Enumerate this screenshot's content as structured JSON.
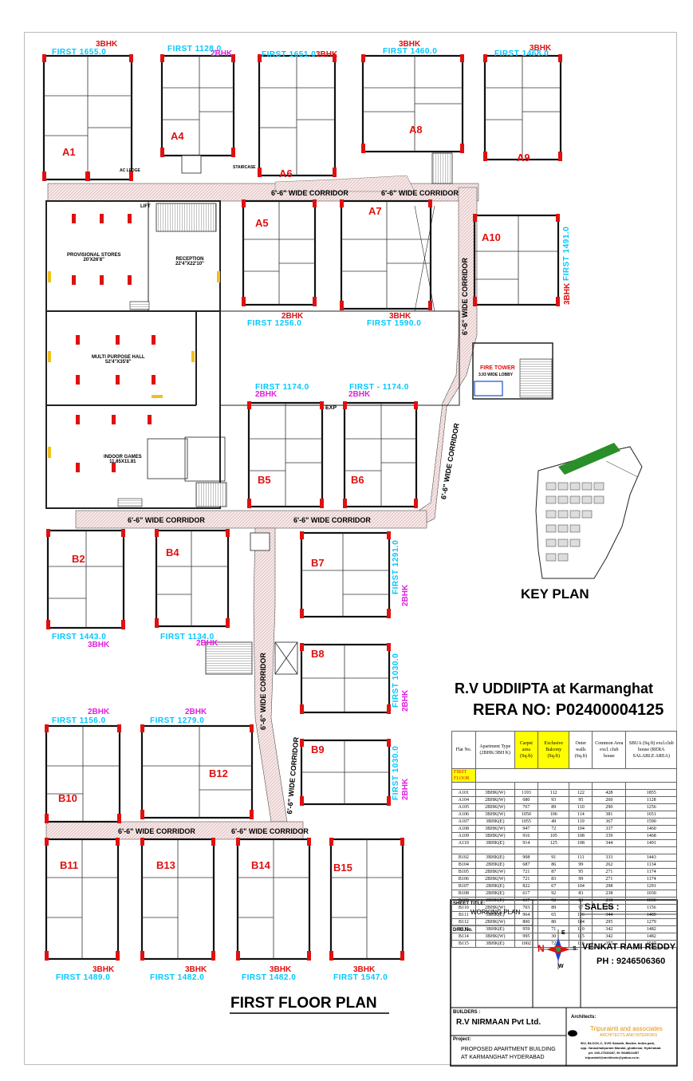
{
  "floor_plan_title": "FIRST FLOOR PLAN",
  "key_plan_label": "KEY PLAN",
  "project_title": "R.V UDDIIPTA at Karmanghat",
  "rera": "RERA NO: P02400004125",
  "corridors": {
    "top_left": "6'-6\" WIDE CORRIDOR",
    "top_right": "6'-6\" WIDE CORRIDOR",
    "right_vertical": "6'-6\" WIDE CORRIDOR",
    "mid_vertical": "6'-6\" WIDE CORRIDOR",
    "middle_left": "6'-6\" WIDE CORRIDOR",
    "middle_right": "6'-6\" WIDE CORRIDOR",
    "lower_vertical": "6'-6\" WIDE CORRIDOR",
    "lower_vertical2": "6'-6\" WIDE CORRIDOR",
    "bottom_left": "6'-6\" WIDE CORRIDOR",
    "bottom_right": "6'-6\" WIDE CORRIDOR"
  },
  "rooms": {
    "provisional_stores": "PROVISIONAL STORES",
    "provisional_stores_dim": "20'X26'8\"",
    "reception": "RECEPTION",
    "reception_dim": "22'4\"X22'10\"",
    "multi_purpose": "MULTI PURPOSE HALL",
    "multi_purpose_dim": "52'4\"X35'8\"",
    "indoor_games": "INDOOR GAMES",
    "indoor_games_dim": "11.85X11.81",
    "fire_tower": "FIRE TOWER",
    "fire_lobby": "3.93 WIDE LOBBY",
    "lift": "LIFT",
    "exp": "EXP",
    "staircase": "STAIRCASE",
    "ac_ledge": "AC LEDGE"
  },
  "units": {
    "A1": {
      "id": "A1",
      "first": "FIRST   1655.0",
      "bhk": "3BHK"
    },
    "A4": {
      "id": "A4",
      "first": "FIRST  1128.0",
      "bhk": "2BHK"
    },
    "A6": {
      "id": "A6",
      "first": "FIRST   1651.0",
      "bhk": "3BHK"
    },
    "A8": {
      "id": "A8",
      "first": "FIRST    1460.0",
      "bhk": "3BHK"
    },
    "A9": {
      "id": "A9",
      "first": "FIRST   1468.0",
      "bhk": "3BHK"
    },
    "A5": {
      "id": "A5",
      "first": "FIRST   1256.0",
      "bhk": "2BHK"
    },
    "A7": {
      "id": "A7",
      "first": "FIRST   1590.0",
      "bhk": "3BHK"
    },
    "A10": {
      "id": "A10",
      "first": "FIRST   1491.0",
      "bhk": "3BHK"
    },
    "B5": {
      "id": "B5",
      "first": "FIRST    1174.0",
      "bhk": "2BHK"
    },
    "B6": {
      "id": "B6",
      "first": "FIRST    - 1174.0",
      "bhk": "2BHK"
    },
    "B2": {
      "id": "B2",
      "first": "FIRST    1443.0",
      "bhk": "3BHK"
    },
    "B4": {
      "id": "B4",
      "first": "FIRST    1134.0",
      "bhk": "2BHK"
    },
    "B7": {
      "id": "B7",
      "first": "FIRST 1291.0",
      "bhk": "2BHK"
    },
    "B8": {
      "id": "B8",
      "first": "FIRST 1030.0",
      "bhk": "2BHK"
    },
    "B9": {
      "id": "B9",
      "first": "FIRST 1030.0",
      "bhk": "2BHK"
    },
    "B10": {
      "id": "B10",
      "first": "FIRST   1156.0",
      "bhk": "2BHK"
    },
    "B12": {
      "id": "B12",
      "first": "FIRST    1279.0",
      "bhk": "2BHK"
    },
    "B11": {
      "id": "B11",
      "first": "FIRST   1489.0",
      "bhk": "3BHK"
    },
    "B13": {
      "id": "B13",
      "first": "FIRST   1482.0",
      "bhk": "3BHK"
    },
    "B14": {
      "id": "B14",
      "first": "FIRST   1482.0",
      "bhk": "3BHK"
    },
    "B15": {
      "id": "B15",
      "first": "FIRST   1547.0",
      "bhk": "3BHK"
    }
  },
  "area_table": {
    "headers": [
      "Flat No.",
      "Apartment Type (2BHK/3BH K)",
      "Carpet area (Sq.ft)",
      "Exclusive Balcony (Sq.ft)",
      "Outer walls (Sq.ft)",
      "Common Area excl. club house",
      "SBUA (Sq.ft) excl.club house (RERA SALABLE AREA)"
    ],
    "section": "FIRST FLOOR",
    "group_a": [
      [
        "A101",
        "3BHK(W)",
        "1193",
        "112",
        "122",
        "428",
        "1855"
      ],
      [
        "A104",
        "2BHK(W)",
        "680",
        "93",
        "95",
        "260",
        "1128"
      ],
      [
        "A105",
        "2BHK(W)",
        "767",
        "89",
        "110",
        "290",
        "1256"
      ],
      [
        "A106",
        "3BHK(W)",
        "1050",
        "106",
        "114",
        "381",
        "1651"
      ],
      [
        "A107",
        "3BHK(E)",
        "1055",
        "49",
        "119",
        "367",
        "1590"
      ],
      [
        "A108",
        "3BHK(W)",
        "947",
        "72",
        "104",
        "337",
        "1460"
      ],
      [
        "A109",
        "3BHK(W)",
        "916",
        "105",
        "108",
        "339",
        "1468"
      ],
      [
        "A110",
        "3BHK(E)",
        "914",
        "125",
        "108",
        "344",
        "1491"
      ]
    ],
    "group_b": [
      [
        "B102",
        "3BHK(E)",
        "908",
        "91",
        "111",
        "333",
        "1443"
      ],
      [
        "B104",
        "2BHK(E)",
        "687",
        "86",
        "99",
        "262",
        "1134"
      ],
      [
        "B105",
        "2BHK(W)",
        "721",
        "87",
        "95",
        "271",
        "1174"
      ],
      [
        "B106",
        "2BHK(W)",
        "721",
        "83",
        "99",
        "271",
        "1174"
      ],
      [
        "B107",
        "2BHK(E)",
        "822",
        "67",
        "104",
        "298",
        "1291"
      ],
      [
        "B108",
        "2BHK(E)",
        "617",
        "92",
        "83",
        "238",
        "1030"
      ],
      [
        "B109",
        "2BHK(E)",
        "617",
        "92",
        "83",
        "238",
        "1030"
      ],
      [
        "B110",
        "2BHK(W)",
        "703",
        "89",
        "97",
        "267",
        "1156"
      ],
      [
        "B111",
        "3BHK(E)",
        "964",
        "65",
        "116",
        "344",
        "1489"
      ],
      [
        "B112",
        "2BHK(W)",
        "800",
        "80",
        "104",
        "295",
        "1279"
      ],
      [
        "B113",
        "3BHK(E)",
        "959",
        "71",
        "110",
        "342",
        "1482"
      ],
      [
        "B114",
        "3BHK(W)",
        "995",
        "30",
        "115",
        "342",
        "1482"
      ],
      [
        "B115",
        "3BHK(E)",
        "1002",
        "72",
        "116",
        "357",
        "1547"
      ]
    ]
  },
  "title_block": {
    "sheet_title_label": "SHEET TITLE:",
    "sheet_title": "WORKING PLAN",
    "drg_no": "DRG.No.",
    "sales_label": "SALES :",
    "sales_name": "VENKAT RAMI REDDY",
    "sales_phone": "PH : 9246506360",
    "builders_label": "BUILDERS :",
    "builder": "R.V NIRMAAN Pvt Ltd.",
    "architects_label": "Architects:",
    "architect_name": "Tripurainti and associates",
    "architect_sub": "ARCHITECTS AND INTERIORS",
    "architect_addr1": "502, BLOCK-C, SVIS Sainath, Bachla. Indira park,",
    "architect_addr2": "opp. Vanasthalipuram Mandal, ghatkesar, Hyderabad.",
    "architect_phone": "ph: 040-27633287, M: 9848024457",
    "architect_email": "tripurainti@architects@yahoo.co.in",
    "project_label": "Project:",
    "project_line1": "PROPOSED APARTMENT BUILDING",
    "project_line2": "AT KARMANGHAT HYDERABAD",
    "compass": {
      "n": "N",
      "e": "E",
      "s": "S",
      "w": "W"
    }
  }
}
